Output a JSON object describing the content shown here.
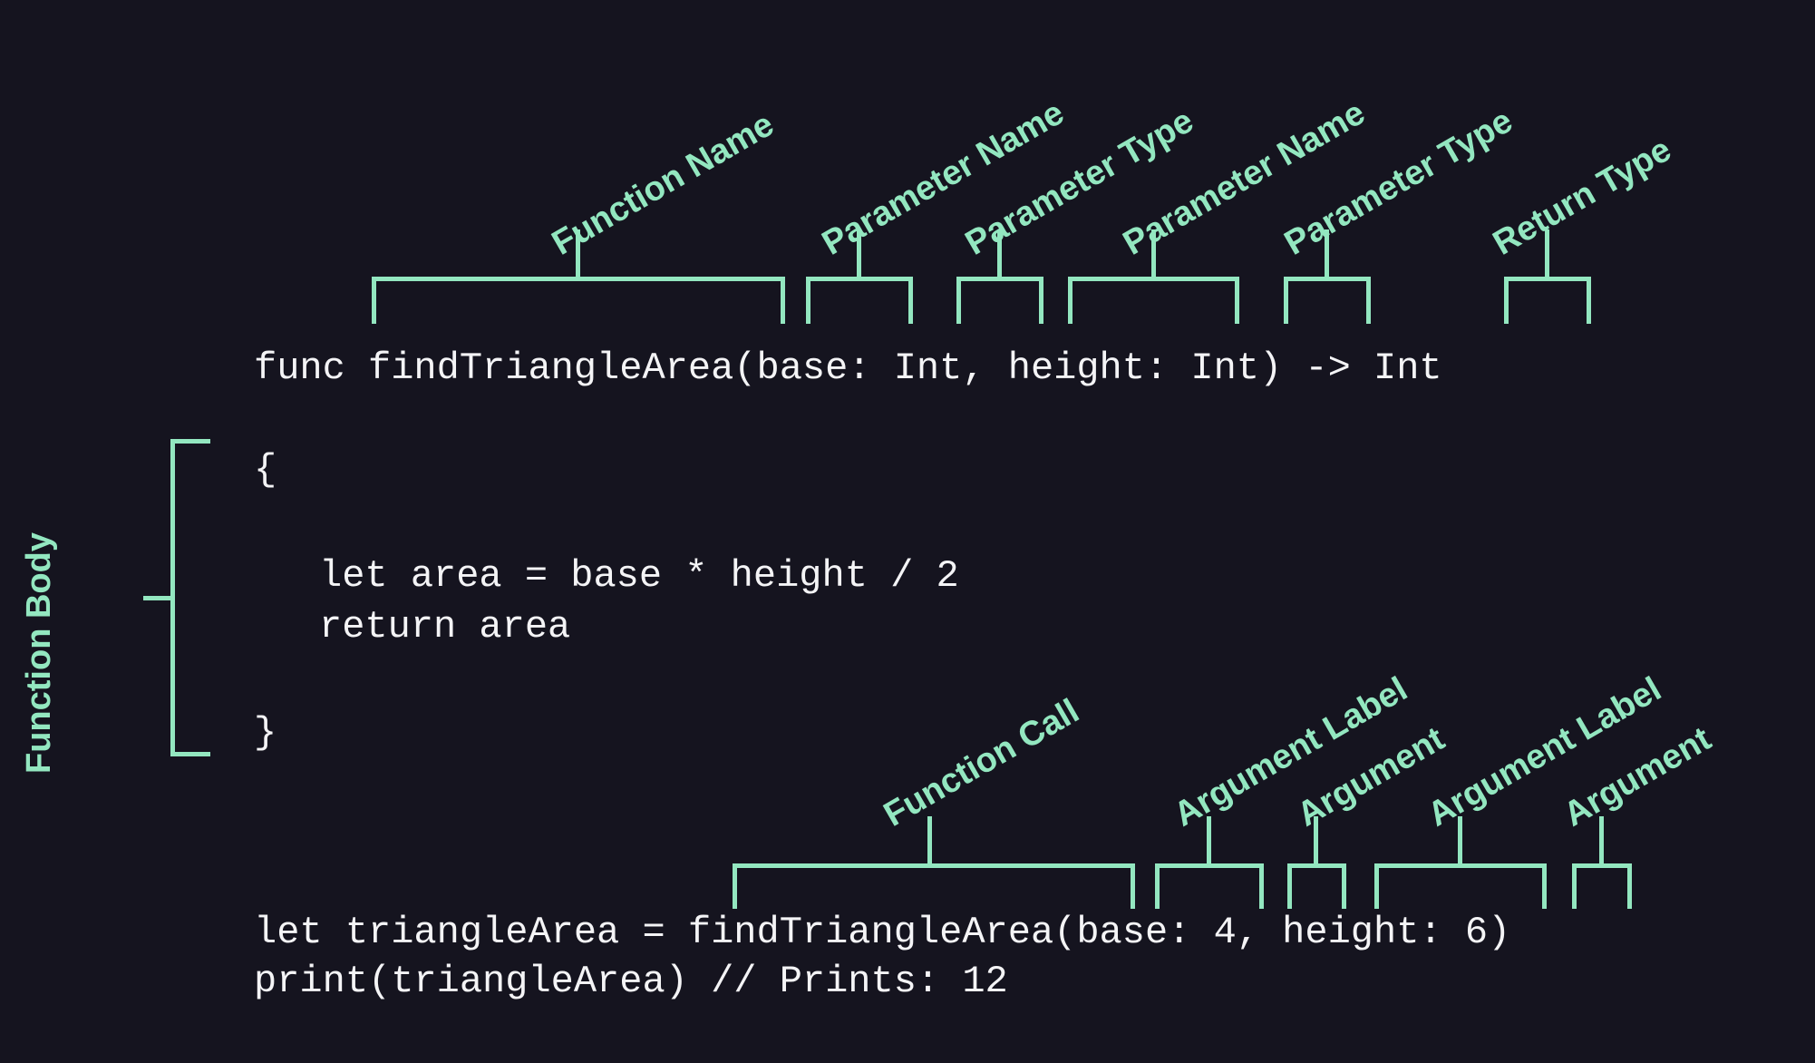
{
  "theme": {
    "background": "#15141f",
    "code_color": "#f4f4f6",
    "accent_color": "#93e7c0"
  },
  "code": {
    "signature": "func findTriangleArea(base: Int, height: Int) -> Int",
    "body_open_brace": "{",
    "body_statement_1": "let area = base * height / 2",
    "body_statement_2": "return area",
    "body_close_brace": "}",
    "call_line": "let triangleArea = findTriangleArea(base: 4, height: 6)",
    "print_line": "print(triangleArea) // Prints: 12"
  },
  "side_labels": [
    {
      "text": "Function Body"
    }
  ],
  "signature_callouts": [
    {
      "text": "Function Name",
      "token": "func findTriangleArea"
    },
    {
      "text": "Parameter Name",
      "token": "base"
    },
    {
      "text": "Parameter Type",
      "token": "Int"
    },
    {
      "text": "Parameter Name",
      "token": "height"
    },
    {
      "text": "Parameter Type",
      "token": "Int"
    },
    {
      "text": "Return Type",
      "token": "Int"
    }
  ],
  "call_callouts": [
    {
      "text": "Function Call",
      "token": "findTriangleArea"
    },
    {
      "text": "Argument Label",
      "token": "base"
    },
    {
      "text": "Argument",
      "token": "4"
    },
    {
      "text": "Argument Label",
      "token": "height"
    },
    {
      "text": "Argument",
      "token": "6"
    }
  ]
}
